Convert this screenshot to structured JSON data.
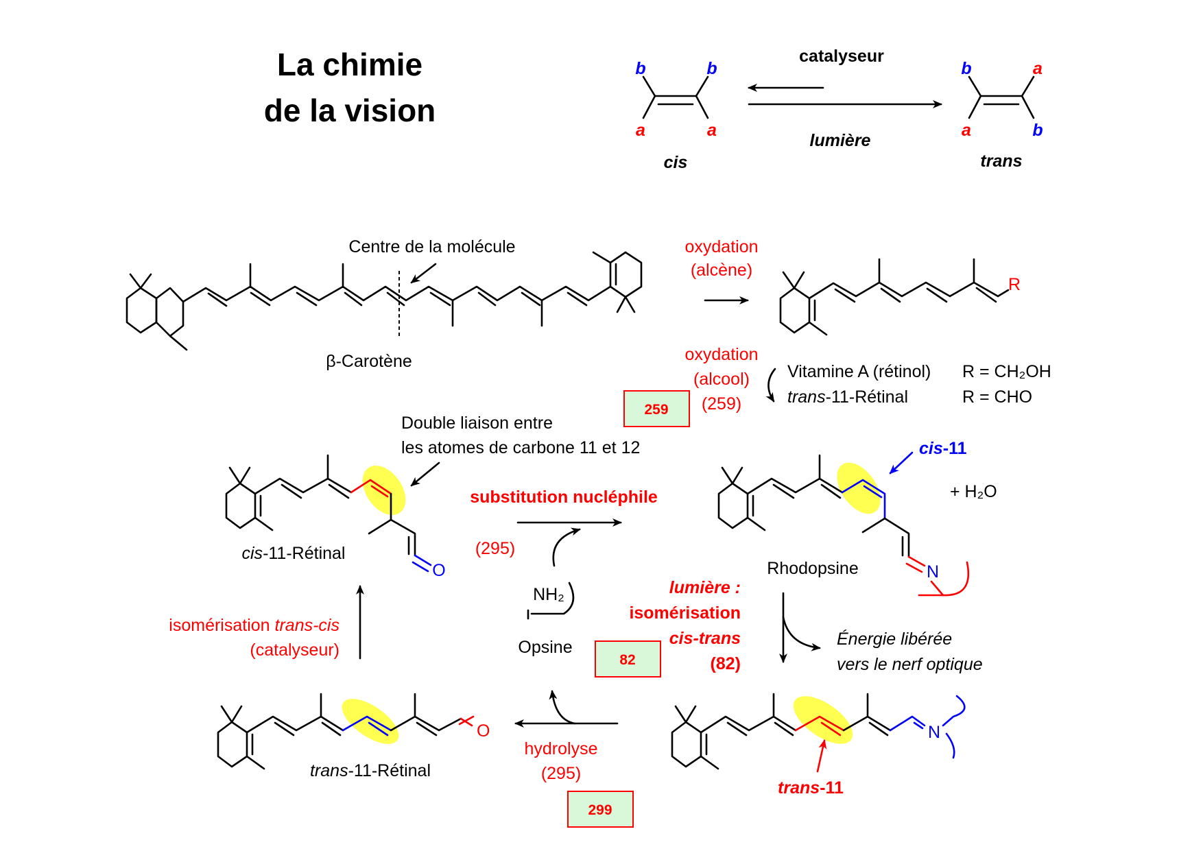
{
  "title": {
    "line1": "La chimie",
    "line2": "de la vision"
  },
  "isomer": {
    "sub_a": "a",
    "sub_b": "b",
    "cis_label": "cis",
    "trans_label": "trans",
    "top_label": "catalyseur",
    "bottom_label": "lumière"
  },
  "carotene": {
    "center_label": "Centre de la molécule",
    "name": "β-Carotène"
  },
  "oxidation1": {
    "line1": "oxydation",
    "line2": "(alcène)"
  },
  "r_group": "R",
  "oxidation2": {
    "line1": "oxydation",
    "line2": "(alcool)",
    "line3": "(259)"
  },
  "vitA": {
    "line1": "Vitamine A (rétinol)",
    "line1_r": "R = CH₂OH",
    "line2_prefix": "trans",
    "line2_rest": "-11-Rétinal",
    "line2_r": "R = CHO"
  },
  "badges": {
    "b259": "259",
    "b82": "82",
    "b299": "299"
  },
  "double_bond_note": {
    "line1": "Double liaison entre",
    "line2": "les atomes de carbone 11 et 12"
  },
  "cis_retinal": {
    "prefix": "cis",
    "rest": "-11-Rétinal",
    "oxygen": "O"
  },
  "substitution": {
    "label": "substitution nucléphile",
    "ref": "(295)"
  },
  "opsin": {
    "amine": "NH₂",
    "name": "Opsine"
  },
  "rhodopsin": {
    "cis_prefix": "cis",
    "cis_rest": "-11",
    "water": "+ H₂O",
    "name": "Rhodopsine",
    "nitrogen": "N"
  },
  "light_iso": {
    "line1": "lumière :",
    "line2": "isomérisation",
    "line3": "cis-trans",
    "line4": "(82)"
  },
  "energy": {
    "line1": "Énergie libérée",
    "line2": "vers le nerf optique"
  },
  "iso_trans_cis": {
    "prefix": "isomérisation ",
    "ital": "trans-cis",
    "line2": "(catalyseur)"
  },
  "trans_retinal": {
    "prefix": "trans",
    "rest": "-11-Rétinal",
    "oxygen": "O"
  },
  "hydrolysis": {
    "line1": "hydrolyse",
    "line2": "(295)"
  },
  "trans11": {
    "prefix": "trans",
    "rest": "-11",
    "nitrogen": "N"
  },
  "colors": {
    "red": "#ff0000",
    "blue": "#0000ff",
    "highlight": "#ffff33",
    "badge_bg": "#d9f7d9"
  }
}
